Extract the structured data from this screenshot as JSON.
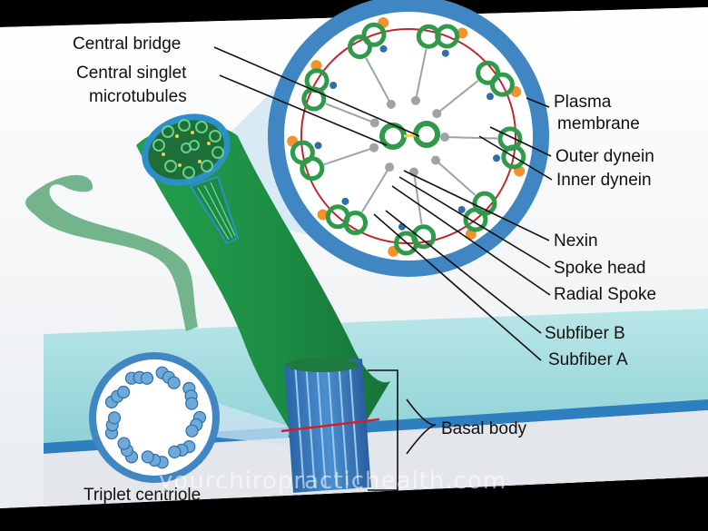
{
  "labels": {
    "central_bridge": "Central bridge",
    "central_singlet_1": "Central singlet",
    "central_singlet_2": "microtubules",
    "plasma_membrane_1": "Plasma",
    "plasma_membrane_2": "membrane",
    "outer_dynein": "Outer dynein",
    "inner_dynein": "Inner dynein",
    "nexin": "Nexin",
    "spoke_head": "Spoke head",
    "radial_spoke": "Radial Spoke",
    "subfiber_b": "Subfiber B",
    "subfiber_a": "Subfiber A",
    "basal_body": "Basal body",
    "triplet_centriole": "Triplet centriole"
  },
  "watermark": "yourchiropractichealth.com",
  "colors": {
    "panel_bg": "#f4f6f8",
    "cell_surface": "#a7dde0",
    "cilium_green": "#1f9a4b",
    "membrane_blue": "#3f86c2",
    "doublet_green": "#2f9a4a",
    "dynein_orange": "#f3922d",
    "nexin_red": "#c0272d",
    "spoke_grey": "#9ea3a6",
    "triplet_blue": "#6ea9d8",
    "basal_blue": "#2d6fb0",
    "leader_line": "#111111"
  }
}
